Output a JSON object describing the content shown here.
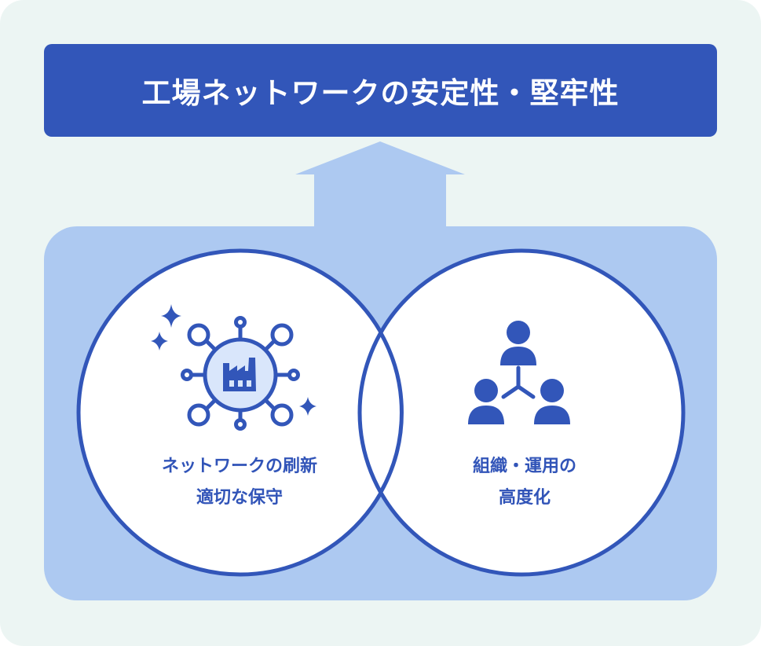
{
  "title": "工場ネットワークの安定性・堅牢性",
  "left_circle": {
    "line1": "ネットワークの刷新",
    "line2": "適切な保守",
    "icon": "factory-network-icon"
  },
  "right_circle": {
    "line1": "組織・運用の",
    "line2": "高度化",
    "icon": "people-organization-icon"
  },
  "colors": {
    "background": "#ecf5f3",
    "primary": "#3256b9",
    "panel": "#adc9f1",
    "icon_light": "#d9e6fb"
  }
}
